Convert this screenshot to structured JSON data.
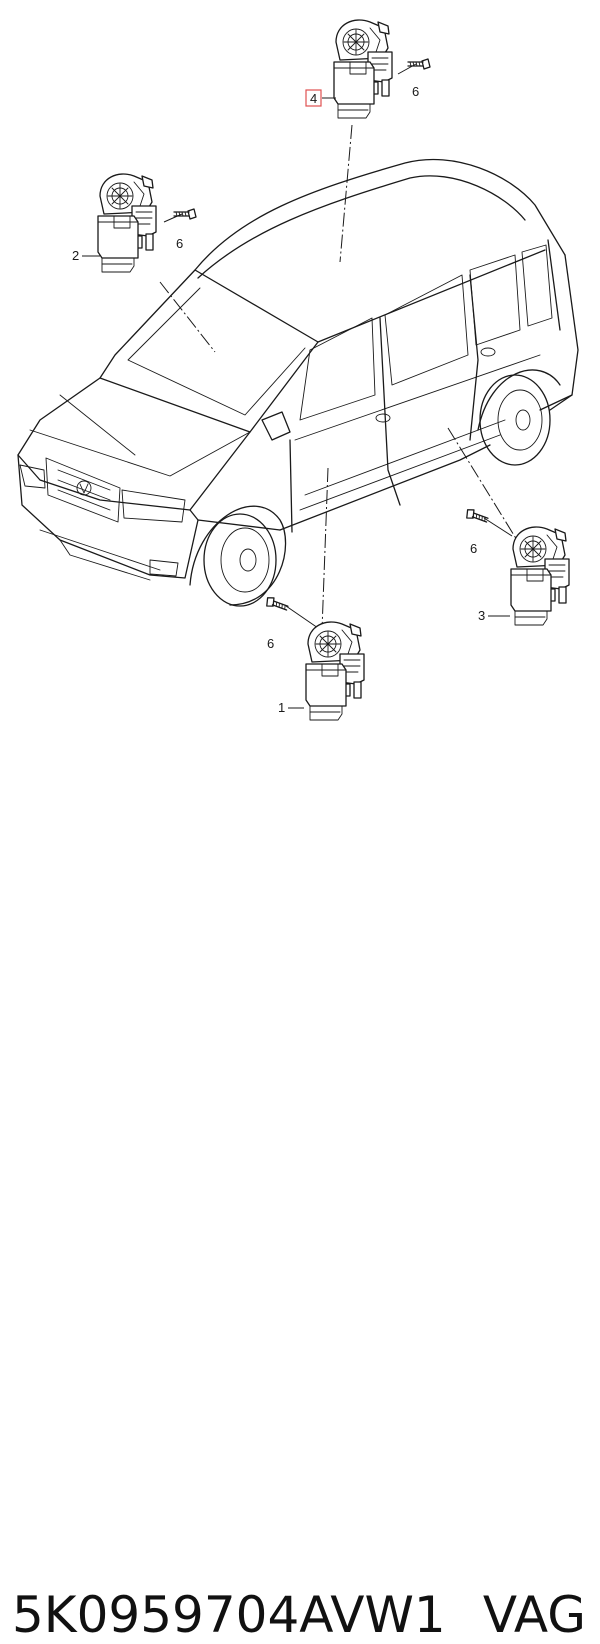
{
  "callouts": {
    "motor_front_left": "1",
    "motor_rear_left": "2",
    "motor_rear_right": "3",
    "motor_front_right": "4",
    "screw": "6"
  },
  "highlight_color": "#e05050",
  "caption": {
    "part_number": "5K0959704AVW1",
    "brand": "VAG"
  }
}
